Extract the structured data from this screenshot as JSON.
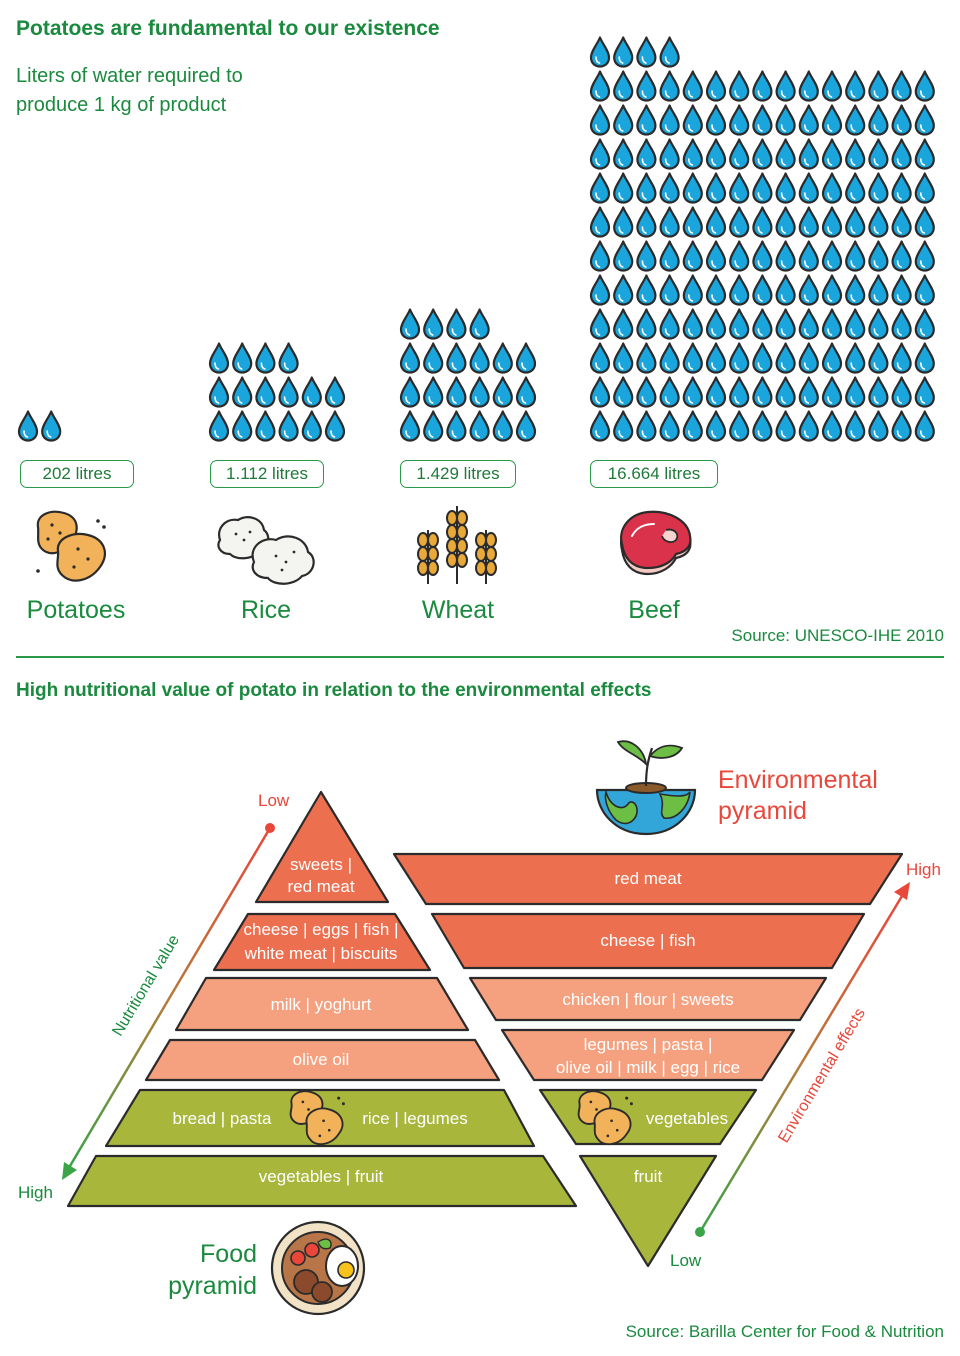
{
  "header": {
    "title": "Potatoes are fundamental to our existence",
    "subtitle": "Liters of water required to produce 1 kg of product"
  },
  "chart_data": [
    {
      "type": "bar",
      "title": "Liters of water required to produce 1 kg of product",
      "categories": [
        "Potatoes",
        "Rice",
        "Wheat",
        "Beef"
      ],
      "values": [
        202,
        1112,
        1429,
        16664
      ],
      "value_labels": [
        "202 litres",
        "1.112 litres",
        "1.429 litres",
        "16.664 litres"
      ],
      "units": "litres",
      "encoding": "pictogram (water drops)",
      "drop_counts": [
        2,
        16,
        22,
        169
      ],
      "colors": {
        "drop": "#1aa6dc",
        "outline": "#2b2b2b"
      }
    }
  ],
  "source_water": "Source: UNESCO-IHE 2010",
  "section2": {
    "title": "High nutritional value of potato in relation to the environmental effects"
  },
  "food_pyramid": {
    "label_line1": "Food",
    "label_line2": "pyramid",
    "axis_label": "Nutritional value",
    "axis_low": "Low",
    "axis_high": "High",
    "tiers": [
      {
        "line1": "sweets |",
        "line2": "red meat",
        "color": "#ec6f50"
      },
      {
        "line1": "cheese | eggs | fish |",
        "line2": "white meat | biscuits",
        "color": "#ec6f50"
      },
      {
        "line1": "milk | yoghurt",
        "line2": "",
        "color": "#f5a07e"
      },
      {
        "line1": "olive oil",
        "line2": "",
        "color": "#f5a07e"
      },
      {
        "left": "bread | pasta",
        "right": "rice | legumes",
        "color": "#a8b73c"
      },
      {
        "line1": "vegetables | fruit",
        "line2": "",
        "color": "#a8b73c"
      }
    ]
  },
  "environmental_pyramid": {
    "label_line1": "Environmental",
    "label_line2": "pyramid",
    "axis_label": "Environmental effects",
    "axis_high": "High",
    "axis_low": "Low",
    "tiers": [
      {
        "line1": "red meat",
        "line2": "",
        "color": "#ec6f50"
      },
      {
        "line1": "cheese | fish",
        "line2": "",
        "color": "#ec6f50"
      },
      {
        "line1": "chicken | flour | sweets",
        "line2": "",
        "color": "#f5a07e"
      },
      {
        "line1": "legumes | pasta |",
        "line2": "olive oil | milk | egg | rice",
        "color": "#f5a07e"
      },
      {
        "line1": "vegetables",
        "line2": "",
        "color": "#a8b73c"
      },
      {
        "line1": "fruit",
        "line2": "",
        "color": "#a8b73c"
      }
    ]
  },
  "source_pyramid": "Source: Barilla Center for Food & Nutrition",
  "icons": [
    "water-drop-icon",
    "potato-icon",
    "rice-icon",
    "wheat-icon",
    "beef-icon",
    "plant-globe-icon",
    "plate-icon"
  ]
}
